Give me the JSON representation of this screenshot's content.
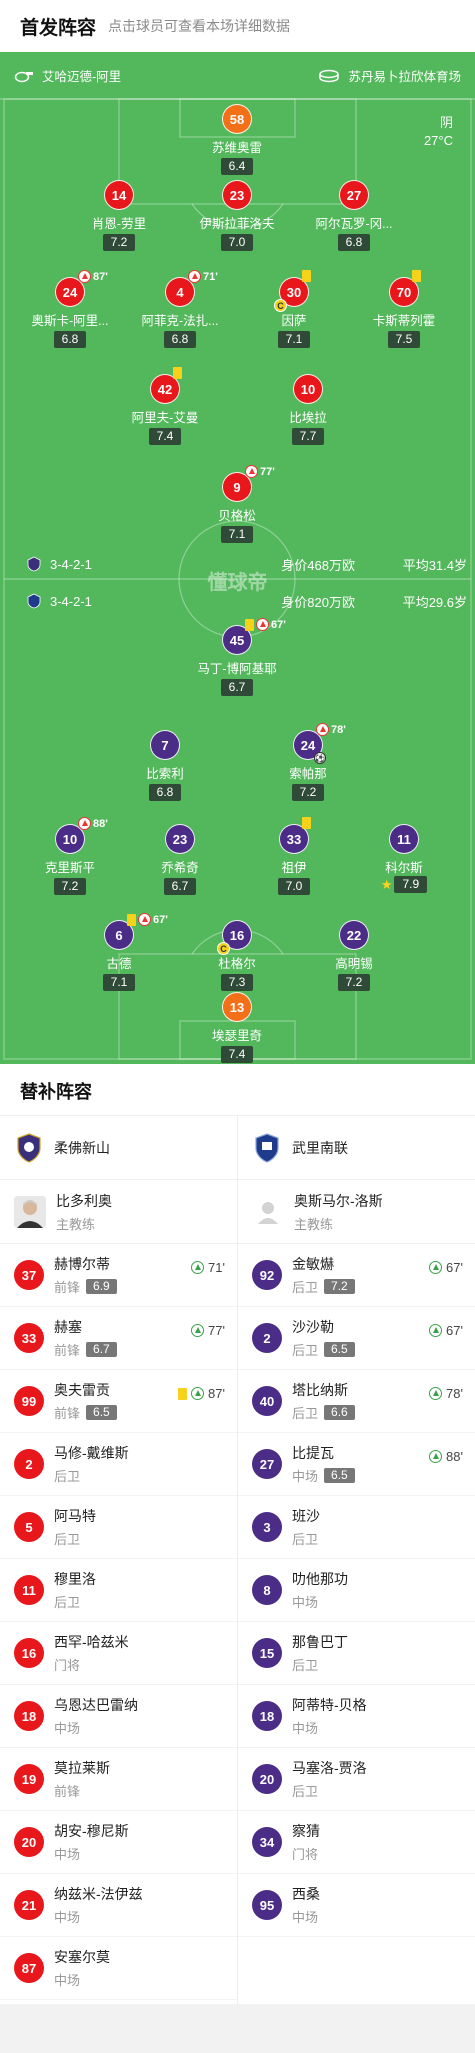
{
  "header": {
    "title": "首发阵容",
    "subtitle": "点击球员可查看本场详细数据"
  },
  "pitch": {
    "home_team": "艾哈迈德-阿里",
    "stadium": "苏丹易卜拉欣体育场",
    "weather": "阴",
    "temperature": "27°C",
    "watermark": "懂球帝",
    "home_info": {
      "formation": "3-4-2-1",
      "value": "身价468万欧",
      "avg_age": "平均31.4岁"
    },
    "away_info": {
      "formation": "3-4-2-1",
      "value": "身价820万欧",
      "avg_age": "平均29.6岁"
    }
  },
  "home_players": [
    {
      "num": "58",
      "name": "苏维奥雷",
      "rating": "6.4"
    },
    {
      "num": "14",
      "name": "肖恩-劳里",
      "rating": "7.2"
    },
    {
      "num": "23",
      "name": "伊斯拉菲洛夫",
      "rating": "7.0"
    },
    {
      "num": "27",
      "name": "阿尔瓦罗-冈...",
      "rating": "6.8"
    },
    {
      "num": "24",
      "name": "奥斯卡-阿里...",
      "rating": "6.8",
      "sub_min": "87'"
    },
    {
      "num": "4",
      "name": "阿菲克-法扎...",
      "rating": "6.8",
      "sub_min": "71'"
    },
    {
      "num": "30",
      "name": "因萨",
      "rating": "7.1"
    },
    {
      "num": "70",
      "name": "卡斯蒂列霍",
      "rating": "7.5"
    },
    {
      "num": "42",
      "name": "阿里夫-艾曼",
      "rating": "7.4"
    },
    {
      "num": "10",
      "name": "比埃拉",
      "rating": "7.7"
    },
    {
      "num": "9",
      "name": "贝格松",
      "rating": "7.1",
      "sub_min": "77'"
    }
  ],
  "away_players": [
    {
      "num": "45",
      "name": "马丁-博阿基耶",
      "rating": "6.7",
      "sub_min": "67'"
    },
    {
      "num": "7",
      "name": "比索利",
      "rating": "6.8"
    },
    {
      "num": "24",
      "name": "索帕那",
      "rating": "7.2",
      "sub_min": "78'"
    },
    {
      "num": "10",
      "name": "克里斯平",
      "rating": "7.2",
      "sub_min": "88'"
    },
    {
      "num": "23",
      "name": "乔希奇",
      "rating": "6.7"
    },
    {
      "num": "33",
      "name": "祖伊",
      "rating": "7.0"
    },
    {
      "num": "11",
      "name": "科尔斯",
      "rating": "7.9"
    },
    {
      "num": "6",
      "name": "古德",
      "rating": "7.1",
      "sub_min": "67'"
    },
    {
      "num": "16",
      "name": "杜格尔",
      "rating": "7.3"
    },
    {
      "num": "22",
      "name": "高明锡",
      "rating": "7.2"
    },
    {
      "num": "13",
      "name": "埃瑟里奇",
      "rating": "7.4"
    }
  ],
  "bench": {
    "title": "替补阵容",
    "home": {
      "team": "柔佛新山",
      "coach_name": "比多利奥",
      "coach_role": "主教练",
      "subs": [
        {
          "num": "37",
          "name": "赫博尔蒂",
          "pos": "前锋",
          "rating": "6.9",
          "min": "71'"
        },
        {
          "num": "33",
          "name": "赫塞",
          "pos": "前锋",
          "rating": "6.7",
          "min": "77'"
        },
        {
          "num": "99",
          "name": "奥夫雷贡",
          "pos": "前锋",
          "rating": "6.5",
          "min": "87'"
        },
        {
          "num": "2",
          "name": "马修-戴维斯",
          "pos": "后卫"
        },
        {
          "num": "5",
          "name": "阿马特",
          "pos": "后卫"
        },
        {
          "num": "11",
          "name": "穆里洛",
          "pos": "后卫"
        },
        {
          "num": "16",
          "name": "西罕-哈兹米",
          "pos": "门将"
        },
        {
          "num": "18",
          "name": "乌恩达巴雷纳",
          "pos": "中场"
        },
        {
          "num": "19",
          "name": "莫拉莱斯",
          "pos": "前锋"
        },
        {
          "num": "20",
          "name": "胡安-穆尼斯",
          "pos": "中场"
        },
        {
          "num": "21",
          "name": "纳兹米-法伊兹",
          "pos": "中场"
        },
        {
          "num": "87",
          "name": "安塞尔莫",
          "pos": "中场"
        }
      ]
    },
    "away": {
      "team": "武里南联",
      "coach_name": "奥斯马尔-洛斯",
      "coach_role": "主教练",
      "subs": [
        {
          "num": "92",
          "name": "金敏爀",
          "pos": "后卫",
          "rating": "7.2",
          "min": "67'"
        },
        {
          "num": "2",
          "name": "沙沙勒",
          "pos": "后卫",
          "rating": "6.5",
          "min": "67'"
        },
        {
          "num": "40",
          "name": "塔比纳斯",
          "pos": "后卫",
          "rating": "6.6",
          "min": "78'"
        },
        {
          "num": "27",
          "name": "比提瓦",
          "pos": "中场",
          "rating": "6.5",
          "min": "88'"
        },
        {
          "num": "3",
          "name": "班沙",
          "pos": "后卫"
        },
        {
          "num": "8",
          "name": "叻他那功",
          "pos": "中场"
        },
        {
          "num": "15",
          "name": "那鲁巴丁",
          "pos": "后卫"
        },
        {
          "num": "18",
          "name": "阿蒂特-贝格",
          "pos": "中场"
        },
        {
          "num": "20",
          "name": "马塞洛-贾洛",
          "pos": "后卫"
        },
        {
          "num": "34",
          "name": "察猜",
          "pos": "门将"
        },
        {
          "num": "95",
          "name": "西桑",
          "pos": "中场"
        }
      ]
    }
  },
  "colors": {
    "pitch": "#53b85c",
    "home": "#e8171b",
    "away": "#4b2d87",
    "gk": "#f37019"
  },
  "icons": [
    "whistle-icon",
    "stadium-icon",
    "team-logo-icon",
    "sub-off-icon",
    "sub-on-icon",
    "yellow-card-icon",
    "captain-icon",
    "ball-icon",
    "star-icon"
  ]
}
